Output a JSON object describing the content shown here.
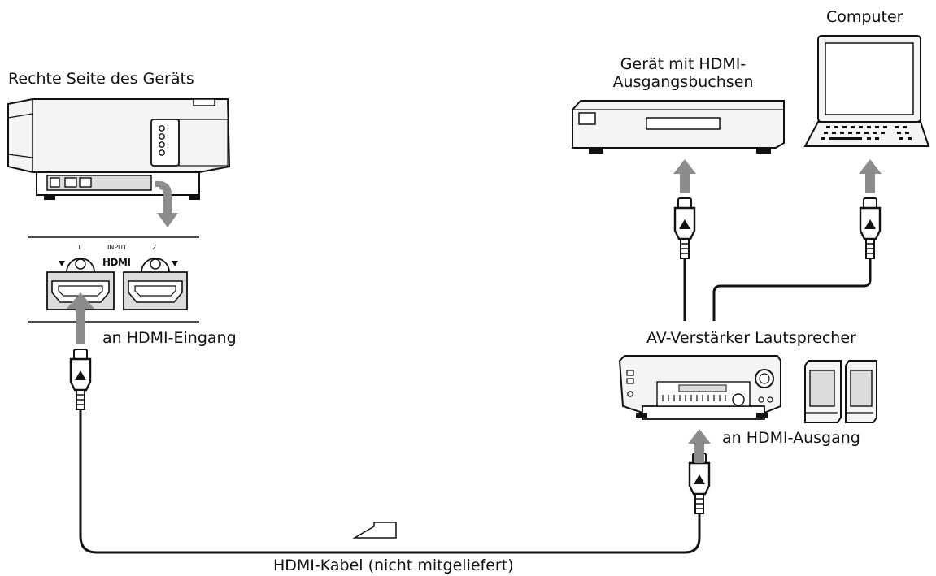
{
  "labels": {
    "projector_side": "Rechte Seite des Geräts",
    "hdmi_device_line1": "Gerät mit HDMI-",
    "hdmi_device_line2": "Ausgangsbuchsen",
    "computer": "Computer",
    "to_hdmi_input": "an HDMI-Eingang",
    "av_amplifier": "AV-Verstärker Lautsprecher",
    "to_hdmi_output": "an HDMI-Ausgang",
    "hdmi_cable": "HDMI-Kabel (nicht mitgeliefert)"
  },
  "panel": {
    "input_label": "INPUT",
    "logo": "HDMI",
    "port1": "1",
    "port2": "2"
  },
  "colors": {
    "line": "#111111",
    "arrow": "#8c8c8c",
    "device_fill": "#f4f4f4",
    "panel_gray": "#dcdcdc"
  }
}
